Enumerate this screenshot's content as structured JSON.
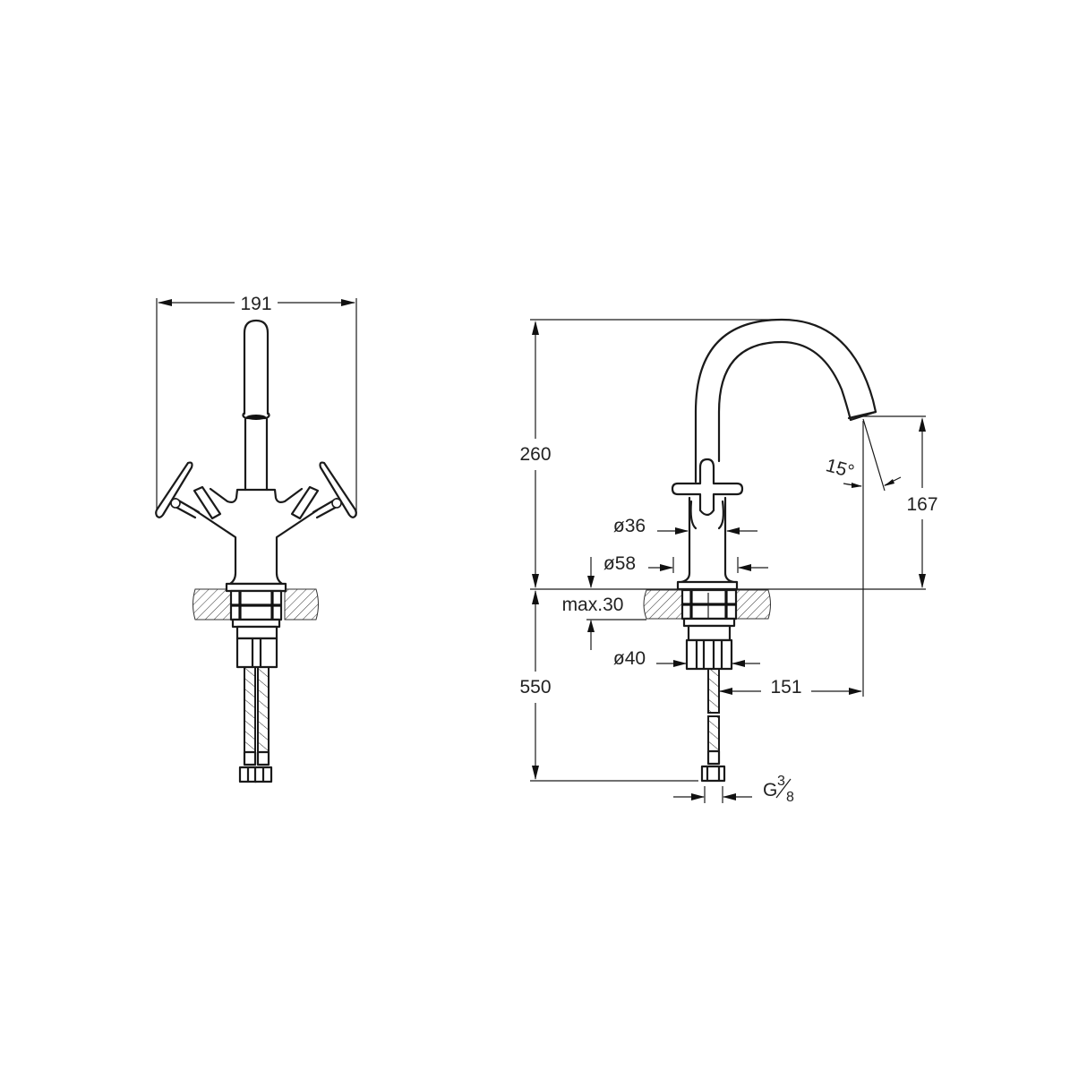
{
  "drawing": {
    "title": "Basin mixer technical drawing",
    "line_color": "#1a1a1a",
    "background": "#ffffff"
  },
  "front_view": {
    "overall_width": "191"
  },
  "side_view": {
    "height_above_deck": "260",
    "spout_outlet_height": "167",
    "spout_angle": "15°",
    "body_diameter": "ø36",
    "base_diameter": "ø58",
    "max_deck_thickness": "max.30",
    "nut_diameter": "ø40",
    "spout_reach": "151",
    "hose_length": "550",
    "connection_thread_prefix": "G",
    "connection_thread_num": "3",
    "connection_thread_den": "8"
  }
}
